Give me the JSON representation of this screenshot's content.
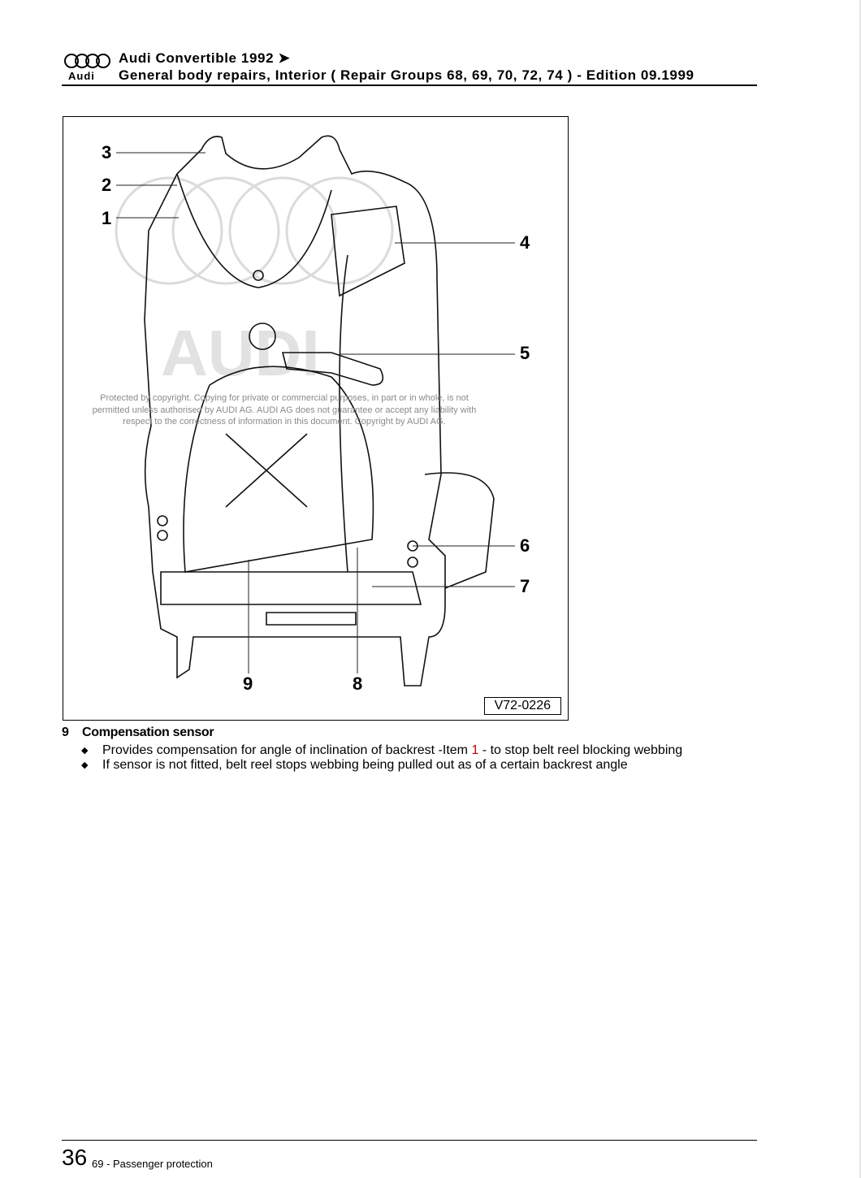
{
  "header": {
    "brand": "Audi",
    "title": "Audi Convertible 1992 ➤",
    "subtitle": "General body repairs, Interior ( Repair Groups 68, 69, 70, 72, 74 ) - Edition 09.1999"
  },
  "figure": {
    "callouts": [
      "1",
      "2",
      "3",
      "4",
      "5",
      "6",
      "7",
      "8",
      "9"
    ],
    "watermark": "Protected by copyright. Copying for private or commercial purposes, in part or in whole, is not permitted unless authorised by AUDI AG. AUDI AG does not guarantee or accept any liability with respect to the correctness of information in this document. Copyright by AUDI AG.",
    "watermark_logo": "AUDI",
    "figure_id": "V72-0226"
  },
  "item": {
    "number": "9",
    "title": "Compensation sensor",
    "bullets": [
      {
        "before": "Provides compensation for angle of inclination of backrest -Item ",
        "ref": "1",
        "after": " - to stop belt reel blocking webbing"
      },
      {
        "text": "If sensor is not fitted, belt reel stops webbing being pulled out as of a certain backrest angle"
      }
    ]
  },
  "footer": {
    "page_number": "36",
    "section": "69 - Passenger protection"
  }
}
